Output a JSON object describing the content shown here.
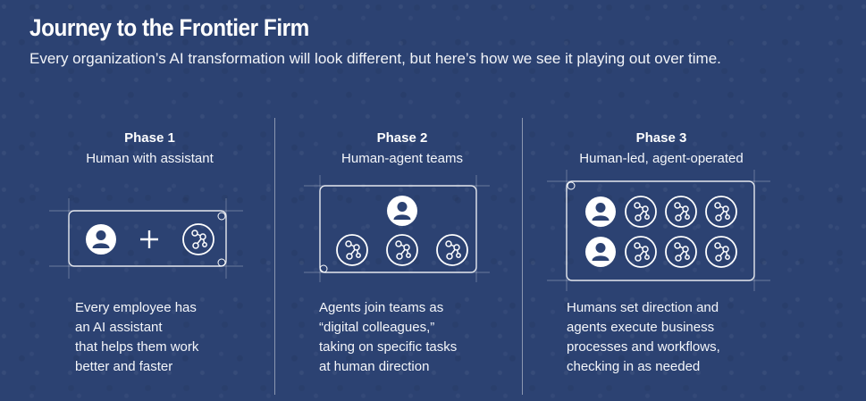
{
  "header": {
    "title": "Journey to the Frontier Firm",
    "subtitle": "Every organization’s AI transformation will look different, but here’s how we see it playing out over time."
  },
  "phases": [
    {
      "name": "Phase 1",
      "label": "Human with assistant",
      "description": [
        "Every employee has",
        "an AI assistant",
        "that helps them work",
        "better and faster"
      ]
    },
    {
      "name": "Phase 2",
      "label": "Human-agent teams",
      "description": [
        "Agents join teams as",
        "“digital colleagues,”",
        "taking on specific tasks",
        "at human direction"
      ]
    },
    {
      "name": "Phase 3",
      "label": "Human-led, agent-operated",
      "description": [
        "Humans set direction and",
        "agents execute business",
        "processes and workflows,",
        "checking in as needed"
      ]
    }
  ],
  "icons": {
    "human": "person-icon",
    "agent": "agent-network-icon",
    "plus": "plus-icon"
  },
  "colors": {
    "background": "#2c4272",
    "foreground": "#ffffff"
  }
}
